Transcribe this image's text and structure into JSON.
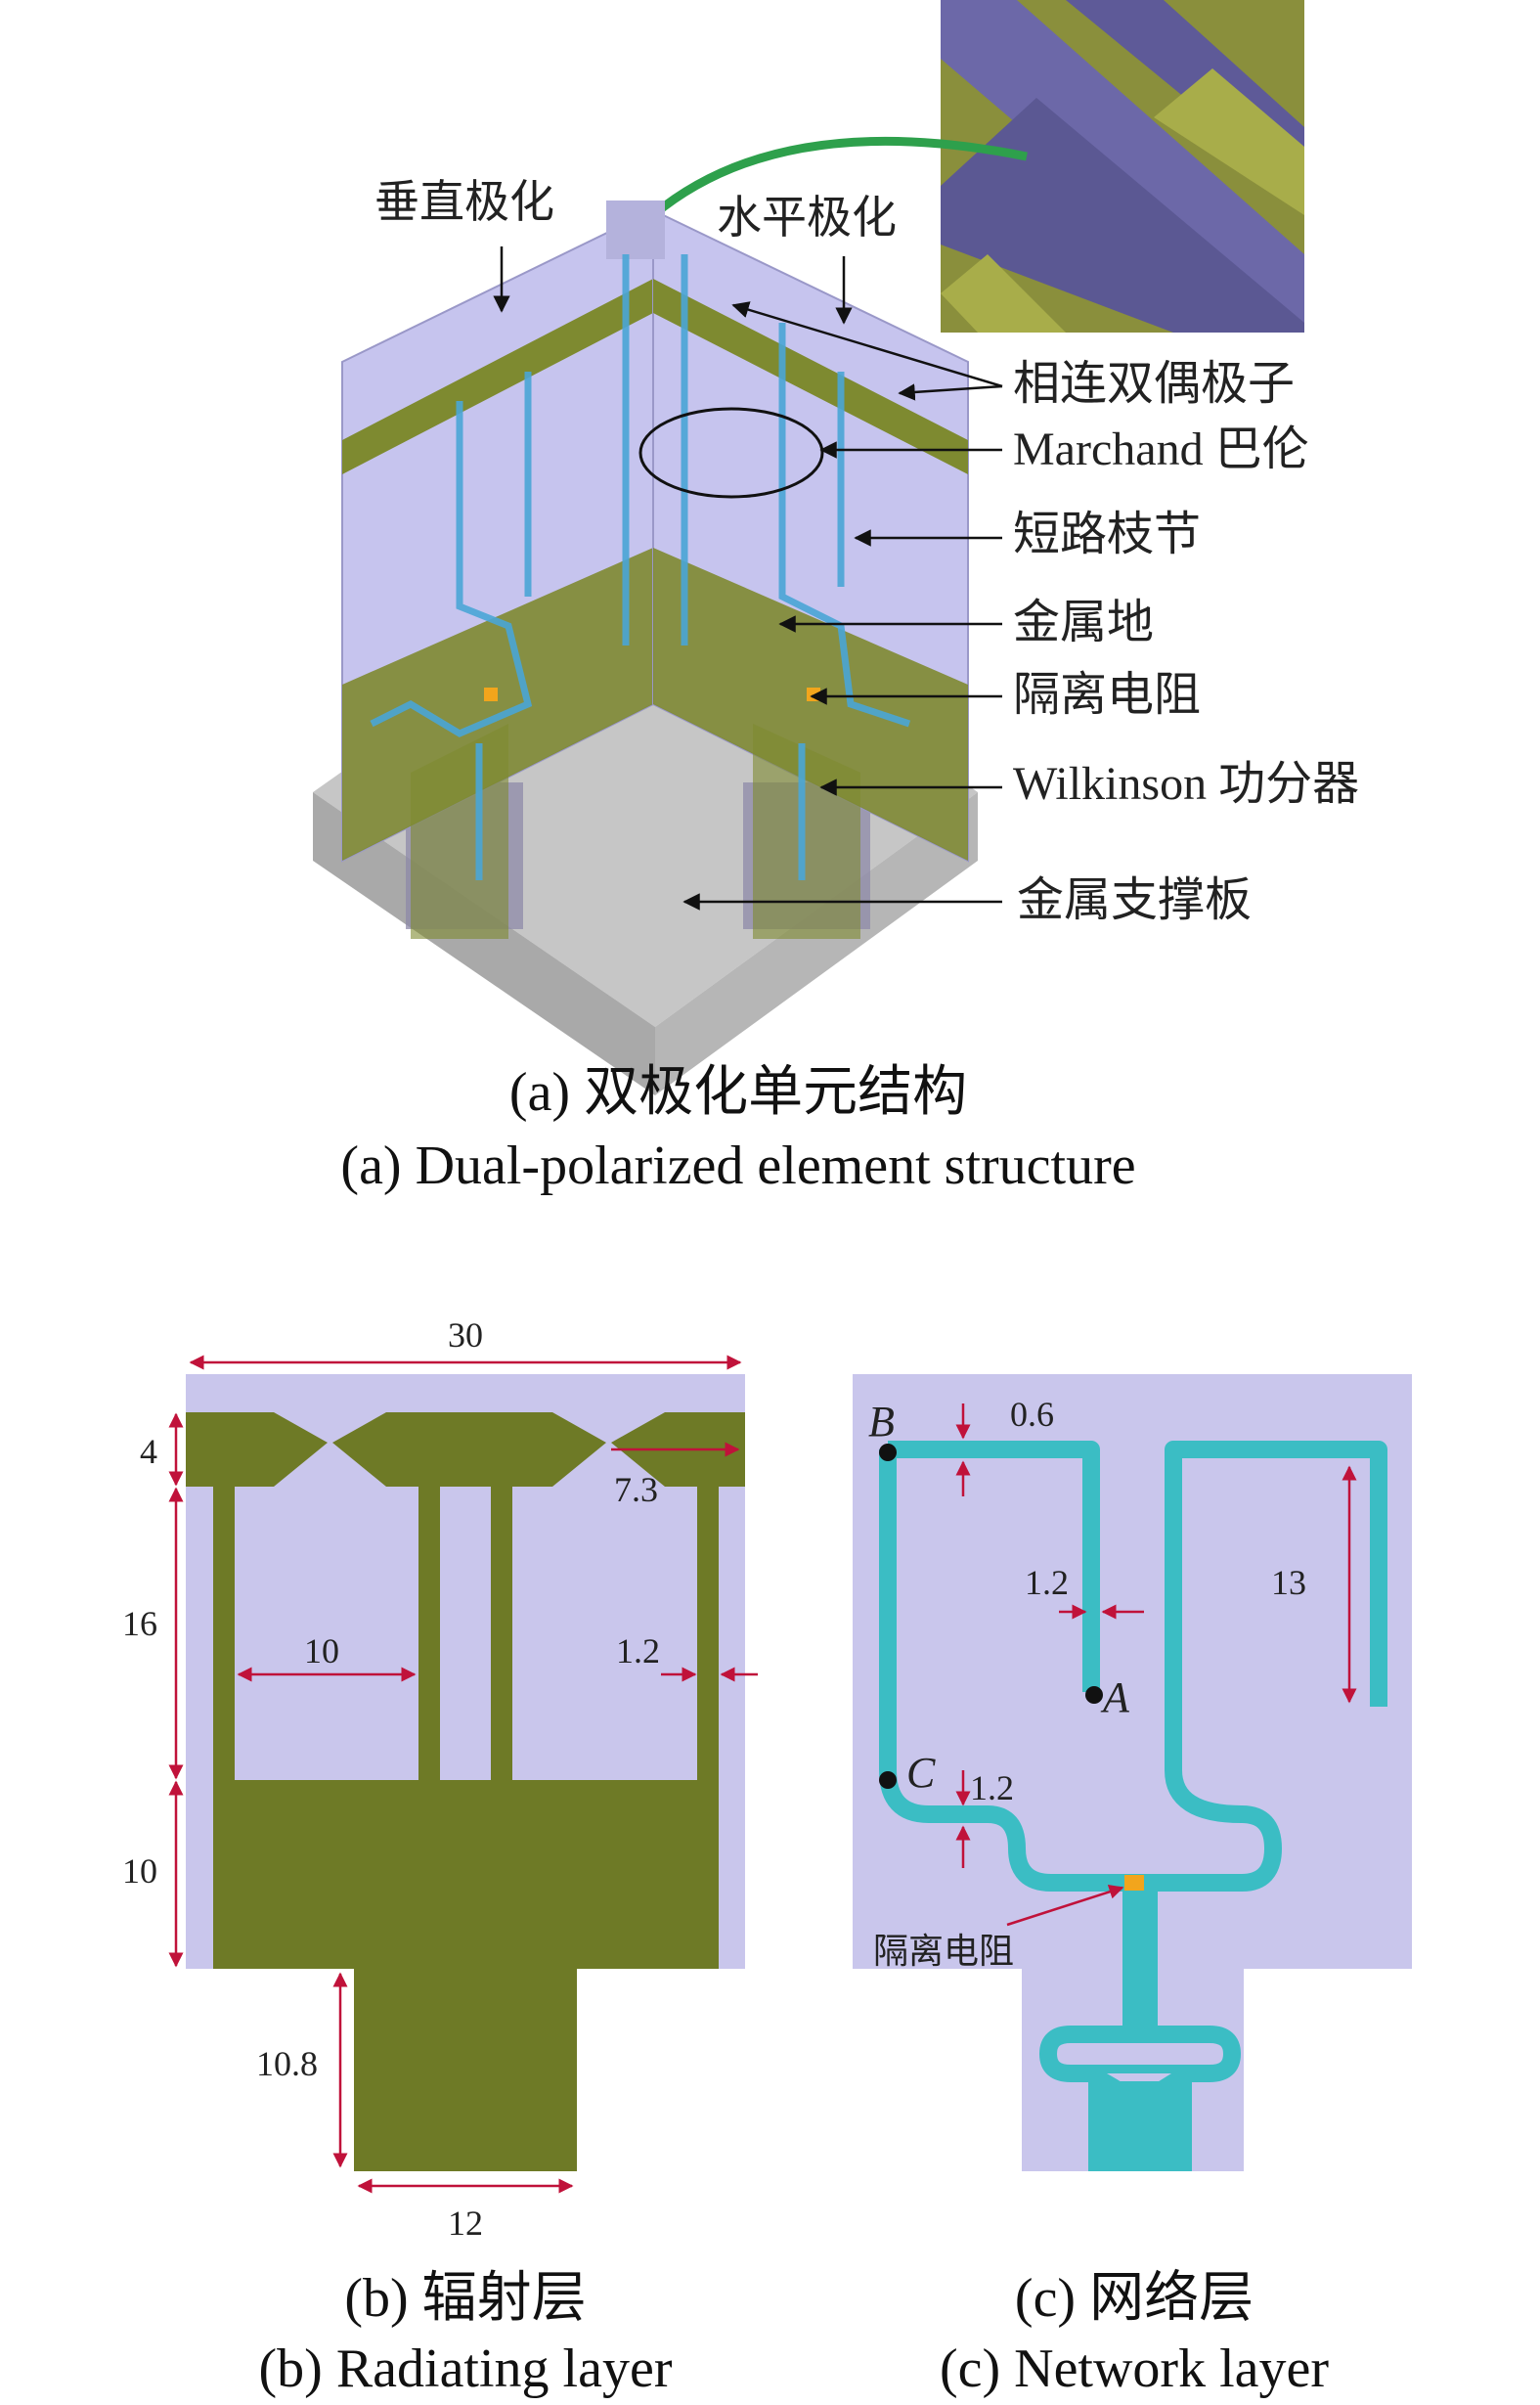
{
  "panel_a": {
    "label_vertical": "垂直极化",
    "label_horizontal": "水平极化",
    "callouts": [
      "相连双偶极子",
      "Marchand 巴伦",
      "短路枝节",
      "金属地",
      "隔离电阻",
      "Wilkinson 功分器",
      "金属支撑板"
    ],
    "caption_cn": "(a) 双极化单元结构",
    "caption_en": "(a) Dual-polarized element structure"
  },
  "panel_b": {
    "dims": {
      "width": "30",
      "top": "4",
      "slot": "16",
      "ground": "10",
      "feed": "10.8",
      "feed_w": "12",
      "gap": "10",
      "strip": "1.2",
      "taper": "7.3"
    },
    "caption_cn": "(b) 辐射层",
    "caption_en": "(b) Radiating layer"
  },
  "panel_c": {
    "points": {
      "a": "A",
      "b": "B",
      "c": "C"
    },
    "dims": {
      "d06": "0.6",
      "d12a": "1.2",
      "d13": "13",
      "d12b": "1.2"
    },
    "resistor_label": "隔离电阻",
    "caption_cn": "(c) 网络层",
    "caption_en": "(c) Network layer"
  },
  "colors": {
    "substrate": "#c9c6ec",
    "metal": "#6e7a26",
    "line": "#3bbdc4",
    "dim": "#c0123a",
    "support": "#c4c4c4",
    "resistor": "#f2a51c"
  }
}
